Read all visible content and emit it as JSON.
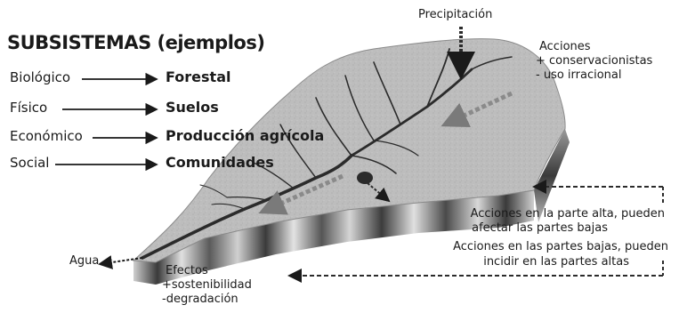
{
  "title": "SUBSISTEMAS (ejemplos)",
  "subsystems": [
    {
      "type": "Biológico",
      "example": "Forestal"
    },
    {
      "type": "Físico",
      "example": "Suelos"
    },
    {
      "type": "Económico",
      "example": "Producción agrícola"
    },
    {
      "type": "Social",
      "example": "Comunidades"
    }
  ],
  "precipitation_label": "Precipitación",
  "actions": {
    "line1": "Acciones",
    "line2": "+ conservacionistas",
    "line3": "- uso irracional"
  },
  "upper_note": {
    "line1": "Acciones en la parte alta, pueden",
    "line2": "afectar las partes bajas"
  },
  "lower_note": {
    "line1": "Acciones en las partes bajas, pueden",
    "line2": "incidir en las partes altas"
  },
  "water_label": "Agua",
  "effects": {
    "line1": "Efectos",
    "line2": "+sostenibilidad",
    "line3": "-degradación"
  },
  "colors": {
    "ink": "#1a1a1a",
    "watershed_surface": "#bdbdbd",
    "watershed_side_dark": "#3a3a3a",
    "watershed_side_light": "#d8d8d8",
    "flow_arrow": "#8a8a8a",
    "river": "#2b2b2b"
  }
}
